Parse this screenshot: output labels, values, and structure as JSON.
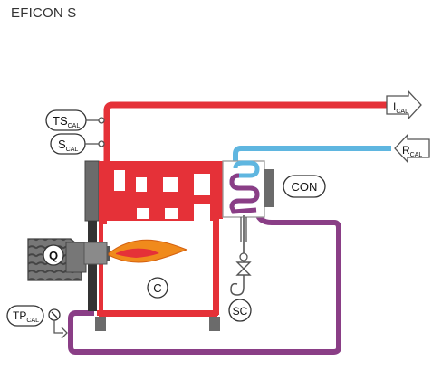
{
  "title": "EFICON S",
  "labels": {
    "ts_cal_main": "TS",
    "ts_cal_sub": "CAL",
    "s_cal_main": "S",
    "s_cal_sub": "CAL",
    "i_cal_main": "I",
    "i_cal_sub": "CAL",
    "r_cal_main": "R",
    "r_cal_sub": "CAL",
    "con": "CON",
    "q": "Q",
    "c": "C",
    "sc": "SC",
    "tp_cal_main": "TP",
    "tp_cal_sub": "CAL"
  },
  "colors": {
    "supply_pipe": "#e53138",
    "return_pipe": "#5fb6e0",
    "condensate_loop": "#8a3e86",
    "boiler_dark": "#6b6b6b",
    "flame_outer": "#f08a1c",
    "flame_inner": "#e53138"
  }
}
